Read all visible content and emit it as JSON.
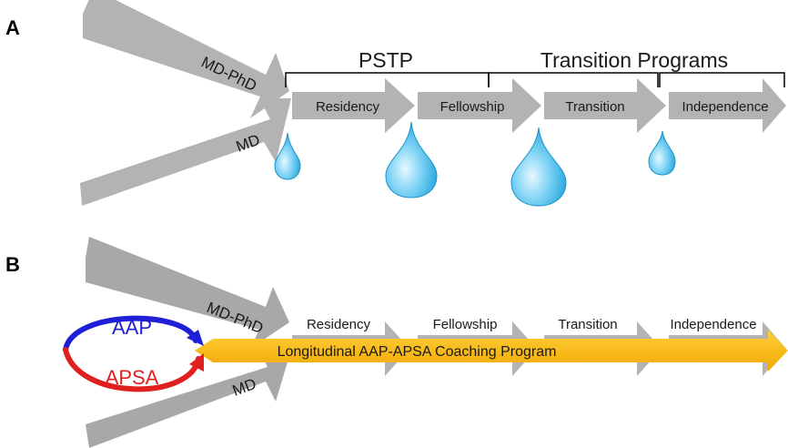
{
  "panel_a": {
    "letter": "A",
    "inputs": [
      "MD-PhD",
      "MD"
    ],
    "stages": [
      "Residency",
      "Fellowship",
      "Transition",
      "Independence"
    ],
    "brackets": [
      "PSTP",
      "Transition Programs"
    ],
    "drops_icon": "water-drop-icon"
  },
  "panel_b": {
    "letter": "B",
    "inputs": [
      "MD-PhD",
      "MD"
    ],
    "stages": [
      "Residency",
      "Fellowship",
      "Transition",
      "Independence"
    ],
    "cycle": {
      "top": "AAP",
      "bottom": "APSA"
    },
    "program": "Longitudinal AAP-APSA Coaching Program"
  },
  "colors": {
    "arrow_gray": "#b3b3b3",
    "drop_light": "#bfe9fb",
    "drop_dark": "#1ba6dc",
    "aap_blue": "#1f1fd6",
    "apsa_red": "#e01f1f",
    "program_gold": "#f5b400"
  }
}
